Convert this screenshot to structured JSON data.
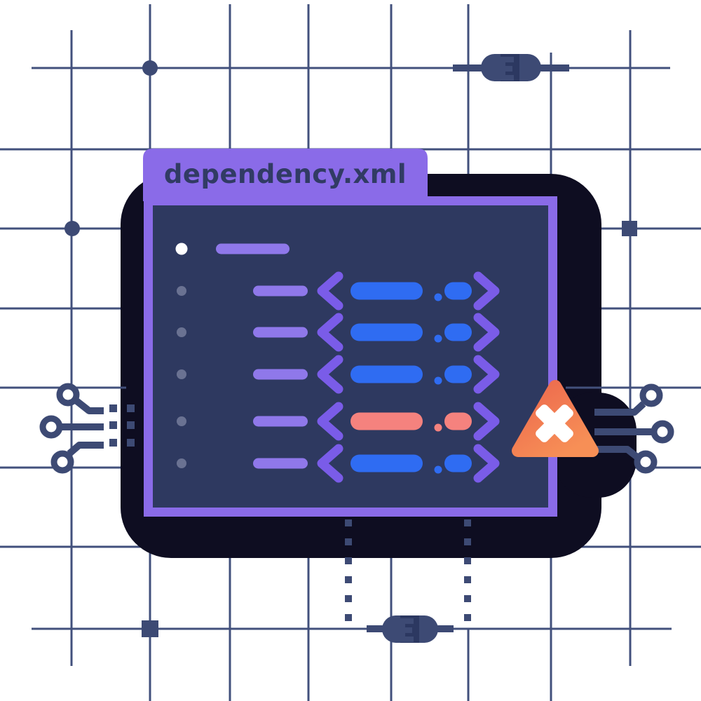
{
  "file_tab": {
    "label": "dependency.xml"
  },
  "editor": {
    "lines": [
      {
        "name": "xml-declaration",
        "bullet": "white",
        "tokens": "declaration",
        "value": "purple",
        "error": false
      },
      {
        "name": "tag-1",
        "bullet": "gray",
        "tokens": "tag",
        "value": "blue",
        "error": false
      },
      {
        "name": "tag-2",
        "bullet": "gray",
        "tokens": "tag",
        "value": "blue",
        "error": false
      },
      {
        "name": "tag-3",
        "bullet": "gray",
        "tokens": "tag",
        "value": "blue",
        "error": false
      },
      {
        "name": "tag-error",
        "bullet": "gray",
        "tokens": "tag",
        "value": "red",
        "error": true
      },
      {
        "name": "tag-4",
        "bullet": "gray",
        "tokens": "tag",
        "value": "blue",
        "error": false
      }
    ]
  },
  "icons": {
    "error_badge": "warning-triangle-x",
    "circuit_component": "resistor",
    "trace_terminal": "donut-circle"
  },
  "colors": {
    "background": "#ffffff",
    "grid_line": "#42507c",
    "circuit": "#3d4a74",
    "circuit_dark": "#2c3861",
    "shadow": "#0e0d21",
    "panel": "#2e3960",
    "purple": "#8a6be8",
    "purple_bar": "#8f78ea",
    "chevron": "#7a5ce8",
    "blue": "#2f6cf2",
    "red": "#f5827e",
    "bullet_gray": "#6a7292",
    "bullet_white": "#ffffff",
    "title_text": "#313b64",
    "error_gradient_start": "#ec684e",
    "error_gradient_end": "#f78f56",
    "x_mark": "#ffffff"
  }
}
